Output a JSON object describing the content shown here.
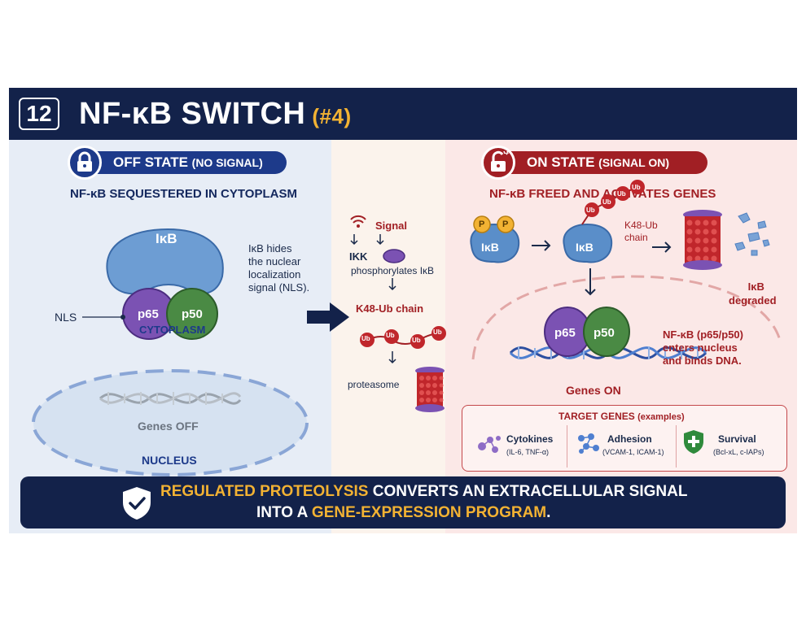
{
  "header": {
    "number": "12",
    "title": "NF-κB SWITCH",
    "title_tag": "(#4)"
  },
  "off": {
    "pill_main": "OFF STATE",
    "pill_sub": "(NO SIGNAL)",
    "subtitle": "NF-κB SEQUESTERED IN CYTOPLASM",
    "ikb": "IκB",
    "p65": "p65",
    "p50": "p50",
    "nls": "NLS",
    "note": [
      "IκB hides",
      "the nuclear",
      "localization",
      "signal (NLS)."
    ],
    "cytoplasm": "CYTOPLASM",
    "genes": "Genes OFF",
    "nucleus": "NUCLEUS"
  },
  "middle": {
    "signal": "Signal",
    "ikk": "IKK",
    "phos": "phosphorylates IκB",
    "chain": "K48-Ub chain",
    "ub": "Ub",
    "proteasome": "proteasome"
  },
  "on": {
    "pill_main": "ON STATE",
    "pill_sub": "(SIGNAL ON)",
    "subtitle": "NF-κB FREED AND ACTIVATES GENES",
    "p": "P",
    "ikb": "IκB",
    "ub": "Ub",
    "chain_l1": "K48-Ub",
    "chain_l2": "chain",
    "degraded_l1": "IκB",
    "degraded_l2": "degraded",
    "p65": "p65",
    "p50": "p50",
    "enter_l1": "NF-κB (p65/p50)",
    "enter_l2": "enters nucleus",
    "enter_l3": "and binds DNA.",
    "genes": "Genes ON"
  },
  "targets": {
    "title_main": "TARGET GENES",
    "title_sub": "(examples)",
    "items": [
      {
        "name": "Cytokines",
        "examples": "(IL-6, TNF-α)"
      },
      {
        "name": "Adhesion",
        "examples": "(VCAM-1, ICAM-1)"
      },
      {
        "name": "Survival",
        "examples": "(Bcl-xL, c-IAPs)"
      }
    ]
  },
  "footer": {
    "hl1": "REGULATED PROTEOLYSIS",
    "t1": " CONVERTS AN EXTRACELLULAR SIGNAL",
    "t2": "INTO A ",
    "hl2": "GENE-EXPRESSION PROGRAM",
    "t3": "."
  },
  "colors": {
    "navy": "#13224a",
    "off_blue": "#1d3a8a",
    "on_red": "#a11f24",
    "gold": "#f2b233",
    "p65_purple": "#7b52b3",
    "p50_green": "#4a8a44",
    "ikb_blue": "#5a8ec9",
    "ub_red": "#c0262b",
    "phospho_yellow": "#f2b233"
  }
}
